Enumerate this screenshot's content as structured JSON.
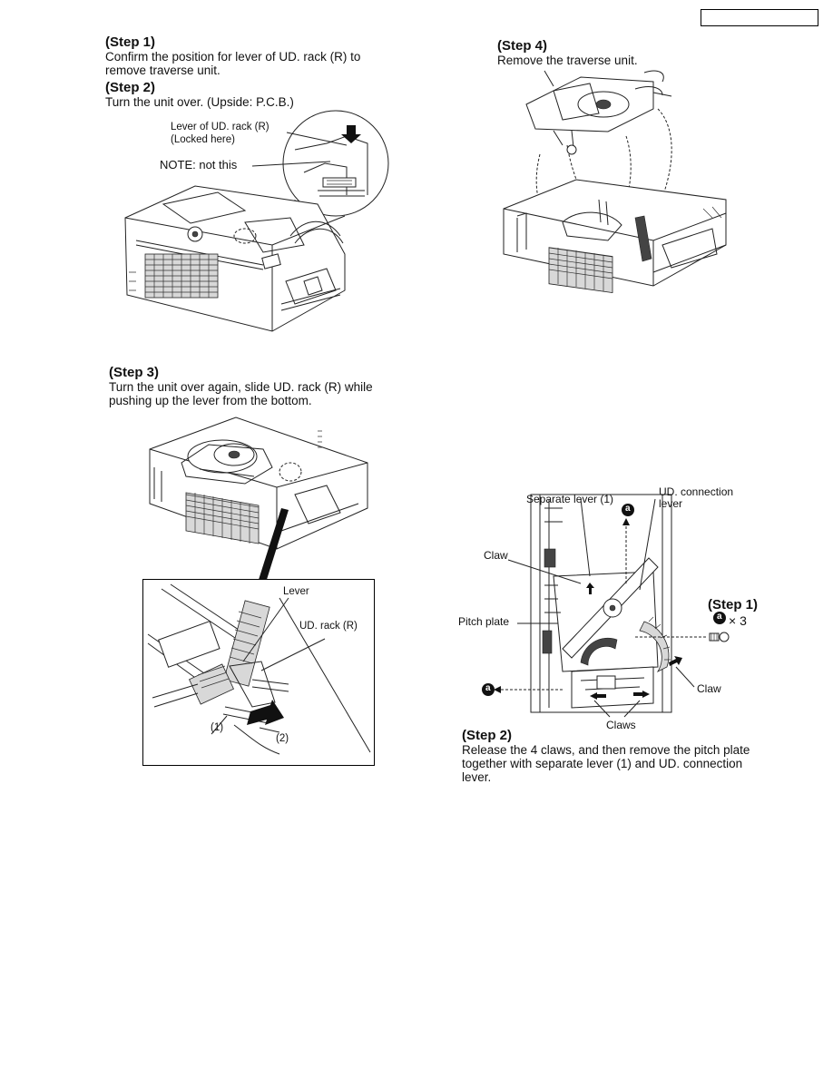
{
  "left": {
    "step1": {
      "title": "(Step 1)",
      "lines": [
        "Confirm the position for lever of UD. rack (R) to",
        "remove traverse unit."
      ]
    },
    "step2": {
      "title": "(Step 2)",
      "lines": [
        "Turn the unit over. (Upside: P.C.B.)"
      ]
    },
    "fig1_labels": {
      "lever_line1": "Lever of UD. rack (R)",
      "lever_line2": "(Locked here)",
      "note": "NOTE: not this"
    },
    "step3": {
      "title": "(Step 3)",
      "lines": [
        "Turn the unit over again, slide UD. rack (R) while",
        "pushing up the lever from the bottom."
      ]
    },
    "fig2_labels": {
      "lever": "Lever",
      "rack": "UD. rack (R)",
      "one": "(1)",
      "two": "(2)"
    }
  },
  "right": {
    "step4": {
      "title": "(Step 4)",
      "lines": [
        "Remove the traverse unit."
      ]
    },
    "fig3_labels": {
      "separate_lever": "Separate lever (1)",
      "ud_conn_line1": "UD. connection",
      "ud_conn_line2": "lever",
      "claw_top": "Claw",
      "pitch_plate": "Pitch plate",
      "claw_right": "Claw",
      "claws": "Claws",
      "screw_mark": "a",
      "step1_title": "(Step 1)",
      "step1_count": "× 3"
    },
    "step2b": {
      "title": "(Step 2)",
      "lines": [
        "Release the 4 claws, and then remove the pitch plate",
        "together with separate lever (1) and UD. connection",
        "lever."
      ]
    }
  }
}
